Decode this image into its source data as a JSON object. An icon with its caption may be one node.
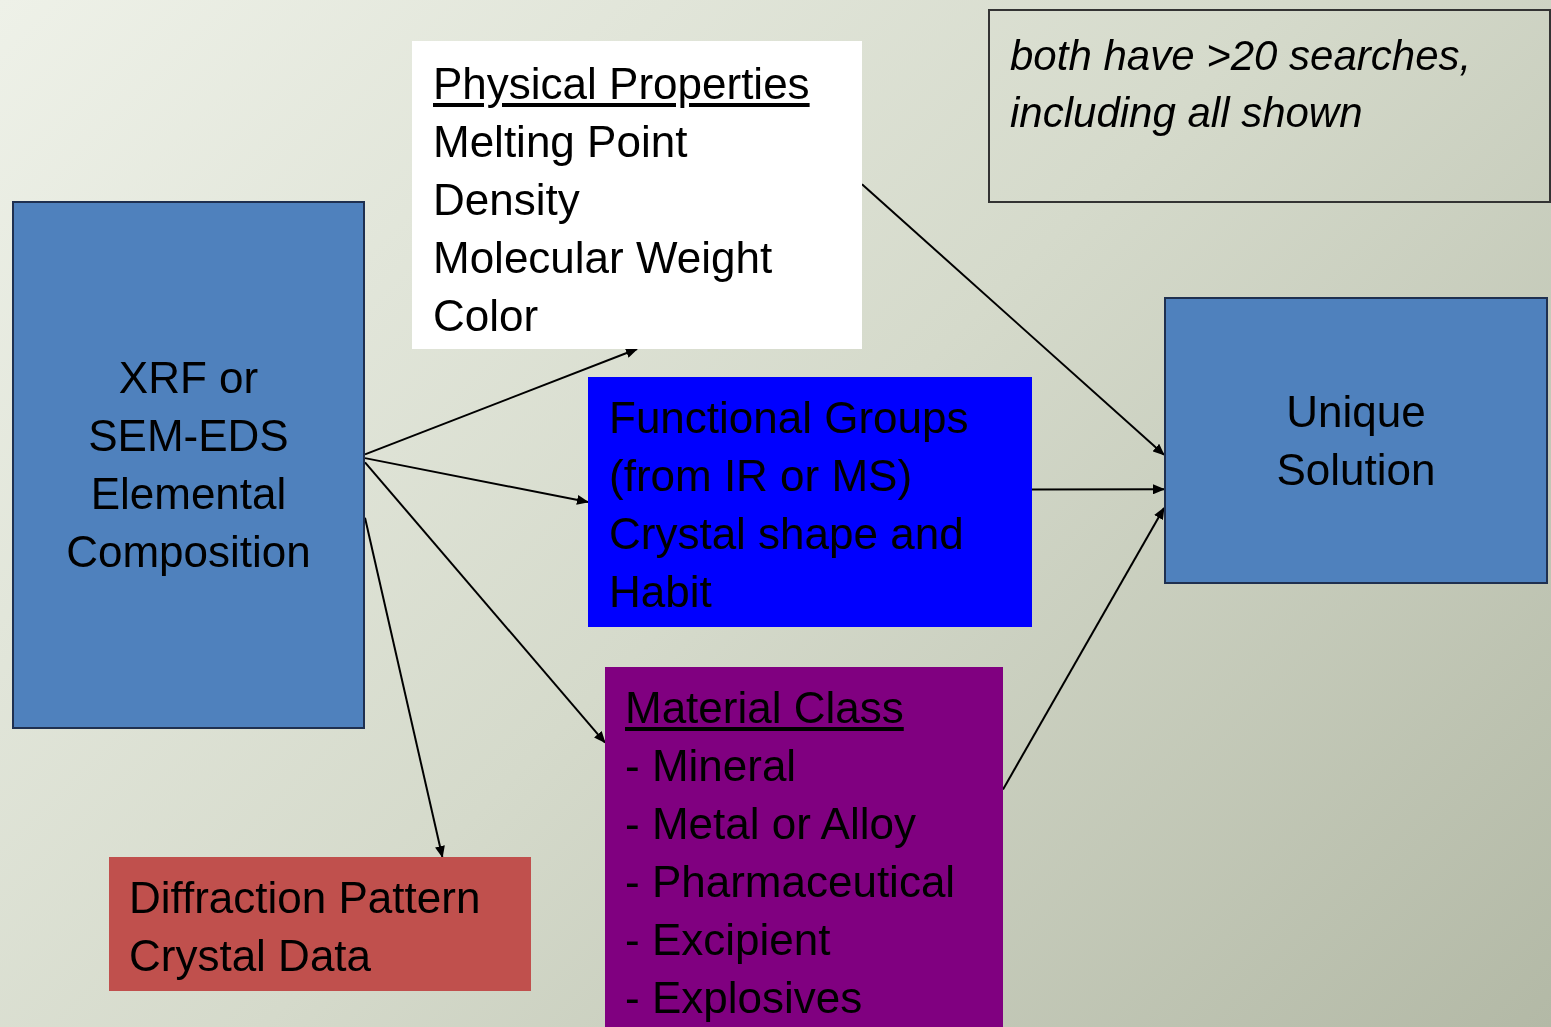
{
  "diagram": {
    "nodes": [
      {
        "text": [
          "XRF or SEM-EDS Elemental Composition"
        ]
      },
      {
        "text": [
          "Physical Properties",
          "Melting Point",
          "Density",
          "Molecular Weight",
          "Color"
        ]
      },
      {
        "text": [
          "Functional Groups (from IR or MS)",
          "Crystal shape and Habit"
        ]
      },
      {
        "text": [
          "Material Class",
          "- Mineral",
          "- Metal or Alloy",
          "- Pharmaceutical",
          "- Excipient",
          "- Explosives"
        ]
      },
      {
        "text": [
          "Diffraction Pattern",
          "Crystal Data"
        ]
      },
      {
        "text": [
          "Unique Solution"
        ]
      },
      {
        "text": [
          "both have >20 searches, including all shown"
        ]
      }
    ],
    "edges": [
      {
        "from": 0,
        "to": 1,
        "arrow": "to"
      },
      {
        "from": 0,
        "to": 2,
        "arrow": "to"
      },
      {
        "from": 0,
        "to": 3,
        "arrow": "to"
      },
      {
        "from": 0,
        "to": 4,
        "arrow": "to"
      },
      {
        "from": 1,
        "to": 5,
        "arrow": "to"
      },
      {
        "from": 2,
        "to": 5,
        "arrow": "to"
      },
      {
        "from": 3,
        "to": 5,
        "arrow": "to"
      }
    ]
  }
}
